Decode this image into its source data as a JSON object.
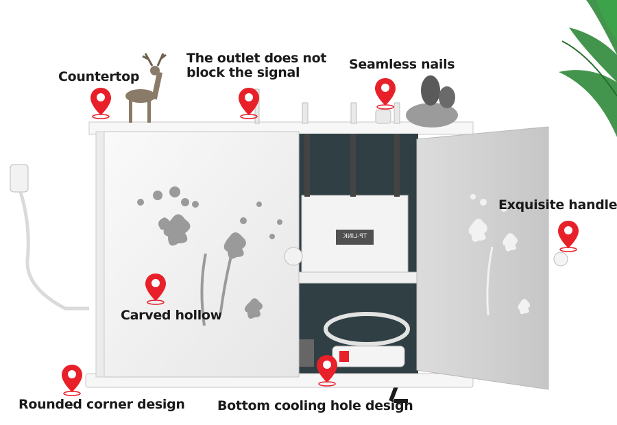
{
  "callouts": [
    {
      "text": "Countertop"
    },
    {
      "text": "The outlet does not\nblock the signal"
    },
    {
      "text": "Seamless nails"
    },
    {
      "text": "Exquisite handle"
    },
    {
      "text": "Carved hollow"
    },
    {
      "text": "Rounded corner design"
    },
    {
      "text": "Bottom cooling hole design"
    }
  ],
  "router_brand": "TP-LINK",
  "colors": {
    "pin": "#e8202a",
    "cabinet": "#f4f4f4",
    "interior": "#2f3f44",
    "leaf": "#2f8a3a"
  }
}
